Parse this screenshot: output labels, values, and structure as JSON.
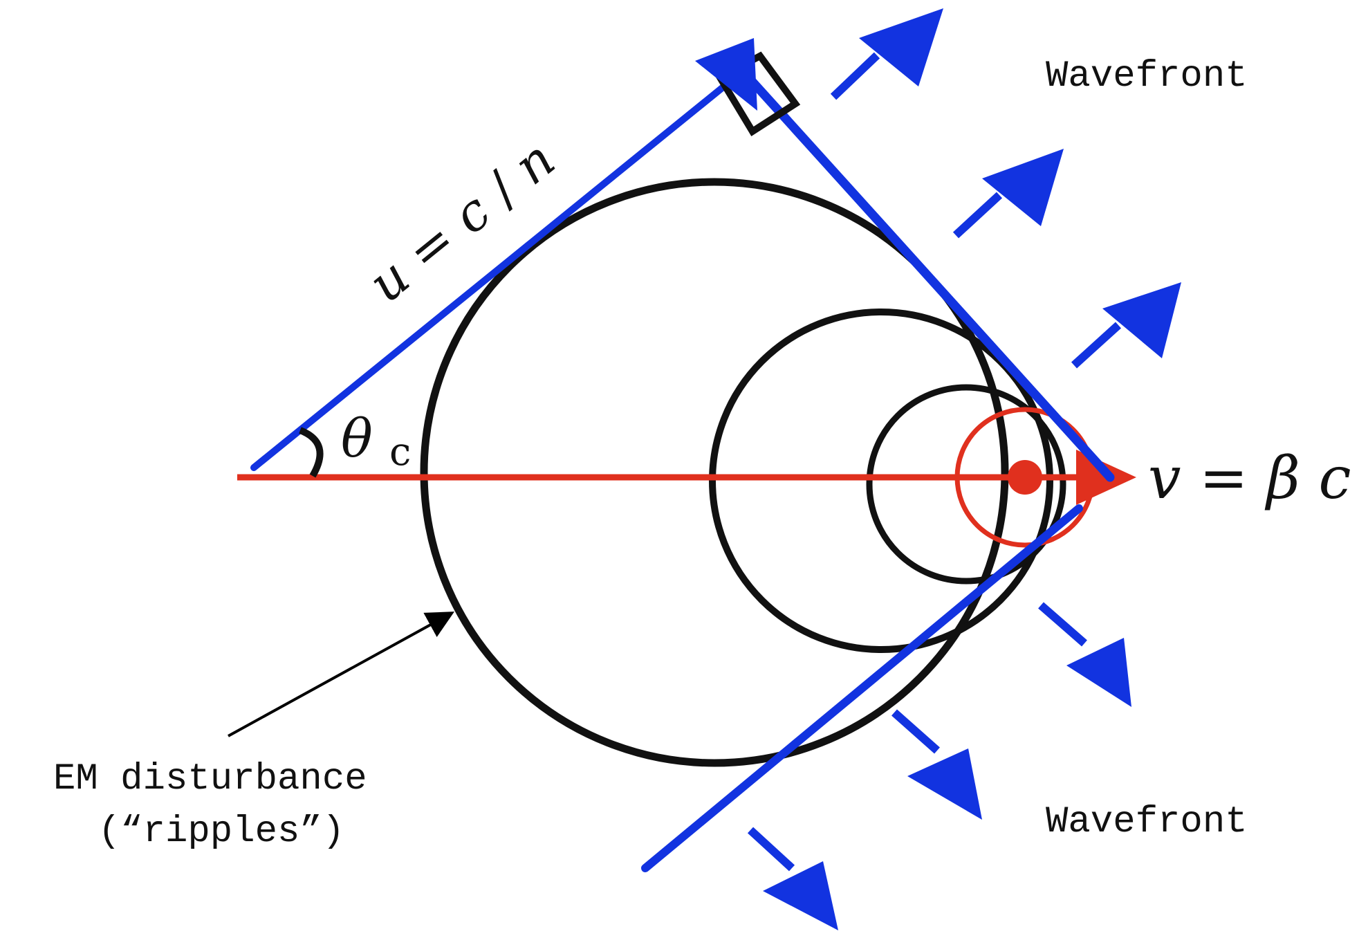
{
  "labels": {
    "wavefront_top": "Wavefront",
    "wavefront_bottom": "Wavefront",
    "em_disturbance_line1": "EM disturbance",
    "em_disturbance_line2": "(“ripples”)",
    "speed_u_var": "u",
    "speed_u_eq": " = ",
    "speed_u_c": "c",
    "speed_u_slash": "/",
    "speed_u_n": "n",
    "particle_v_var": "v",
    "particle_v_eq": " = ",
    "particle_v_beta": "β",
    "particle_v_c": "c",
    "angle_theta": "θ",
    "angle_sub": "c"
  },
  "colors": {
    "wavefront": "#1233e0",
    "particle": "#e0301e",
    "ripple": "#111111",
    "annotation": "#000000",
    "background": "#ffffff"
  }
}
